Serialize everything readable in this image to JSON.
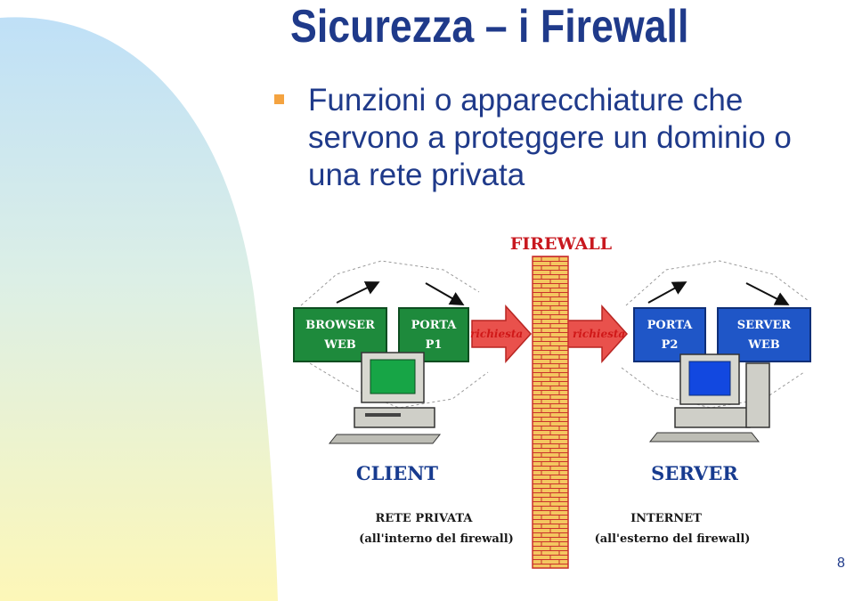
{
  "slide": {
    "title": "Sicurezza – i Firewall",
    "bullet": "Funzioni o apparecchiature che servono a proteggere un dominio o una rete privata",
    "page_number": "8"
  },
  "diagram": {
    "firewall_label": "FIREWALL",
    "left_boxes": [
      {
        "line1": "BROWSER",
        "line2": "WEB"
      },
      {
        "line1": "PORTA",
        "line2": "P1"
      }
    ],
    "right_boxes": [
      {
        "line1": "PORTA",
        "line2": "P2"
      },
      {
        "line1": "SERVER",
        "line2": "WEB"
      }
    ],
    "request_label_left": "richiesta",
    "request_label_right": "richiesta",
    "client_label": "CLIENT",
    "server_label": "SERVER",
    "left_network": {
      "line1": "RETE PRIVATA",
      "line2": "(all'interno del firewall)"
    },
    "right_network": {
      "line1": "INTERNET",
      "line2": "(all'esterno del firewall)"
    }
  },
  "colors": {
    "title": "#1f3a8a",
    "bullet": "#f4a340",
    "box_green": "#1e8a3c",
    "box_blue": "#1f56c7",
    "firewall_brick": "#f2c35a",
    "arrow_red": "#e9514c"
  }
}
